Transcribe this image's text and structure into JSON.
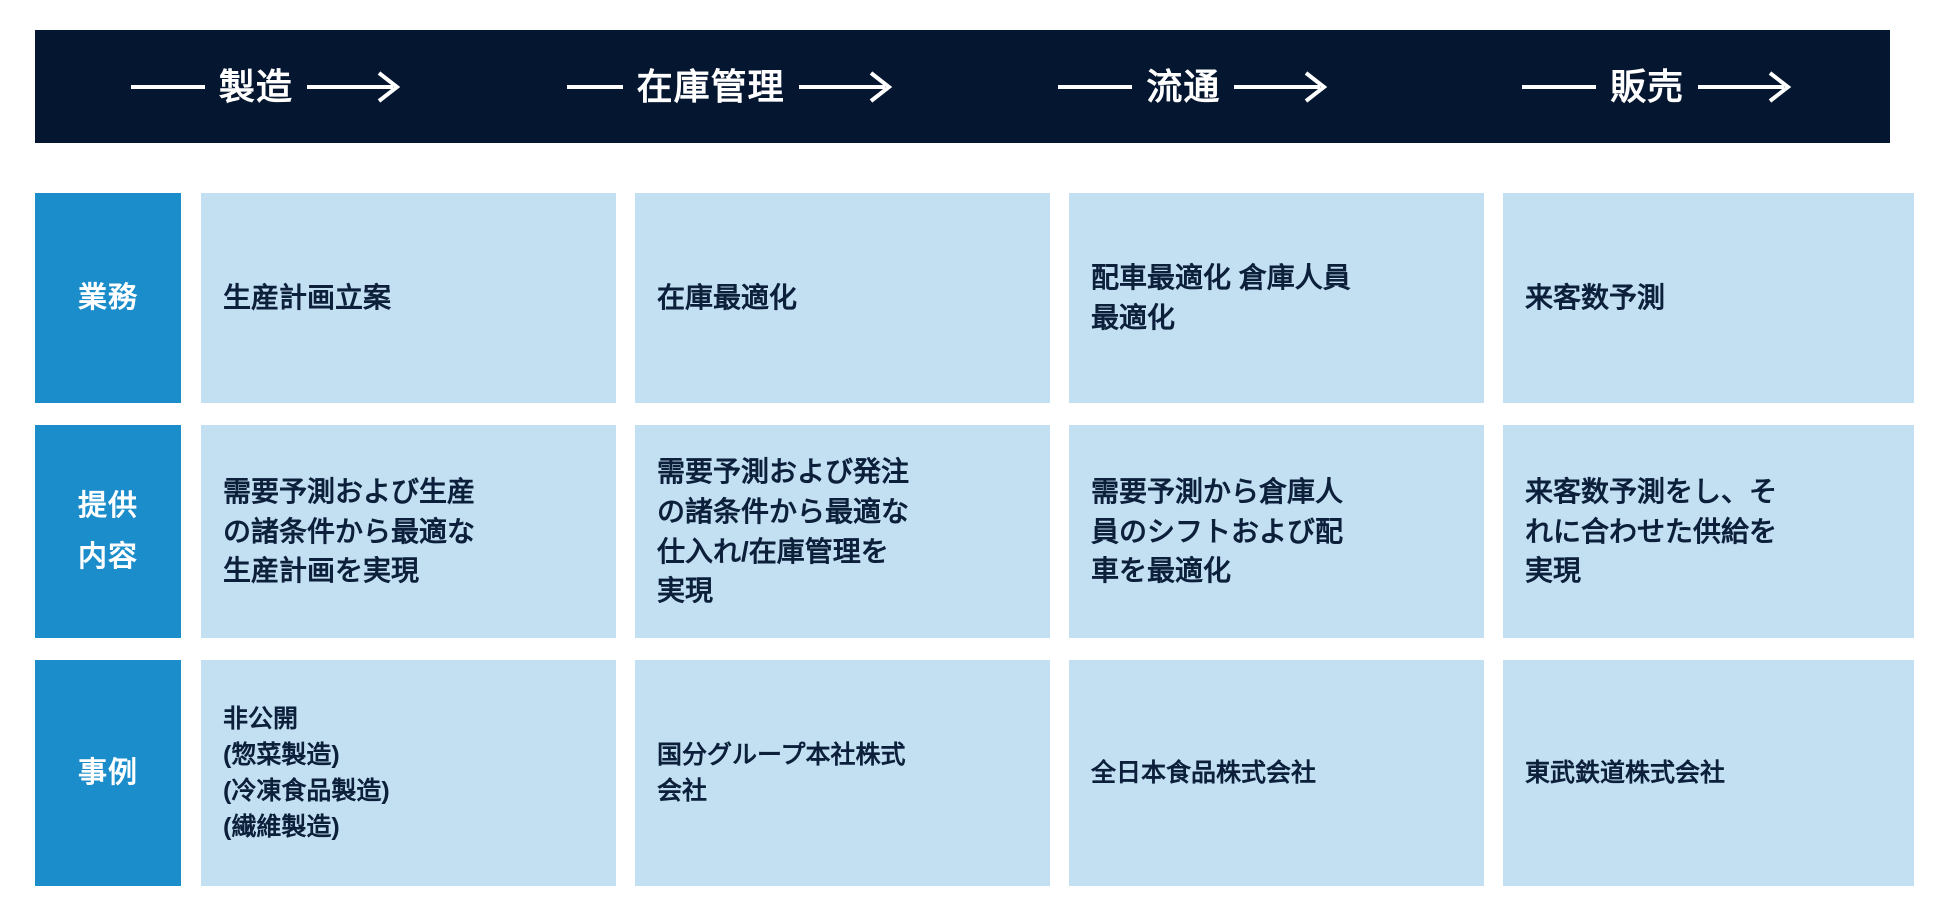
{
  "flow": {
    "stages": [
      {
        "label": "製造",
        "arrow_icon": "arrow-right-icon"
      },
      {
        "label": "在庫管理",
        "arrow_icon": "arrow-right-icon"
      },
      {
        "label": "流通",
        "arrow_icon": "arrow-right-icon"
      },
      {
        "label": "販売",
        "arrow_icon": "arrow-right-icon"
      }
    ]
  },
  "rows": [
    {
      "label_lines": [
        "業務"
      ],
      "cells": [
        "生産計画立案",
        "在庫最適化",
        "配車最適化 倉庫人員\n最適化",
        "来客数予測"
      ]
    },
    {
      "label_lines": [
        "提供",
        "内容"
      ],
      "cells": [
        "需要予測および生産\nの諸条件から最適な\n生産計画を実現",
        "需要予測および発注\nの諸条件から最適な\n仕入れ/在庫管理を\n実現",
        "需要予測から倉庫人\n員のシフトおよび配\n車を最適化",
        "来客数予測をし、そ\nれに合わせた供給を\n実現"
      ]
    },
    {
      "label_lines": [
        "事例"
      ],
      "cells": [
        "非公開\n(惣菜製造)\n(冷凍食品製造)\n(繊維製造)",
        "国分グループ本社株式\n会社",
        "全日本食品株式会社",
        "東武鉄道株式会社"
      ]
    }
  ],
  "colors": {
    "header_background": "#051630",
    "label_background": "#1B8DCB",
    "cell_background": "#C3E0F2",
    "cell_text": "#0C1F3B",
    "header_text": "#FFFFFF"
  }
}
